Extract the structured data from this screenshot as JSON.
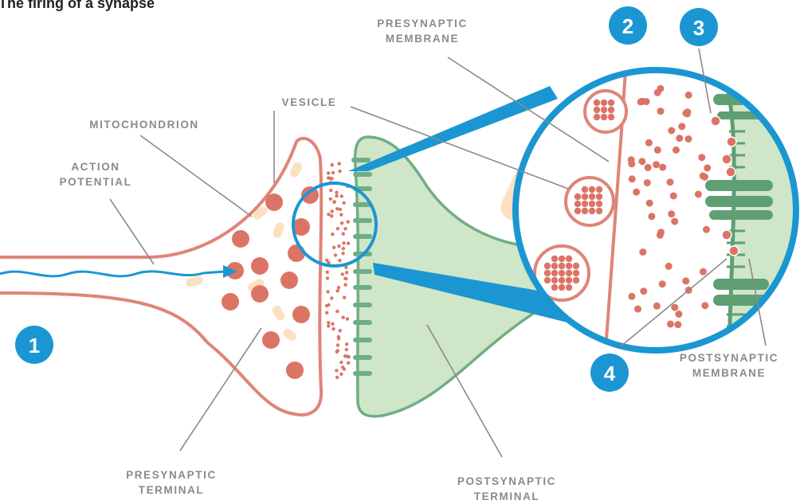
{
  "title": "The firing of a synapse",
  "labels": {
    "action_potential_1": "ACTION",
    "action_potential_2": "POTENTIAL",
    "mitochondrion": "MITOCHONDRION",
    "vesicle": "VESICLE",
    "presynaptic_membrane_1": "PRESYNAPTIC",
    "presynaptic_membrane_2": "MEMBRANE",
    "presynaptic_terminal_1": "PRESYNAPTIC",
    "presynaptic_terminal_2": "TERMINAL",
    "postsynaptic_terminal_1": "POSTSYNAPTIC",
    "postsynaptic_terminal_2": "TERMINAL",
    "postsynaptic_membrane_1": "POSTSYNAPTIC",
    "postsynaptic_membrane_2": "MEMBRANE"
  },
  "steps": [
    "1",
    "2",
    "3",
    "4"
  ],
  "colors": {
    "accent_blue": "#1b96d3",
    "pre_stroke": "#de8577",
    "dot": "#dc7466",
    "post_fill": "#cfe6c8",
    "post_stroke": "#6fae84",
    "receptor": "#5e9f74",
    "mito": "#fbe1c2",
    "leader": "#8a8a8a"
  }
}
